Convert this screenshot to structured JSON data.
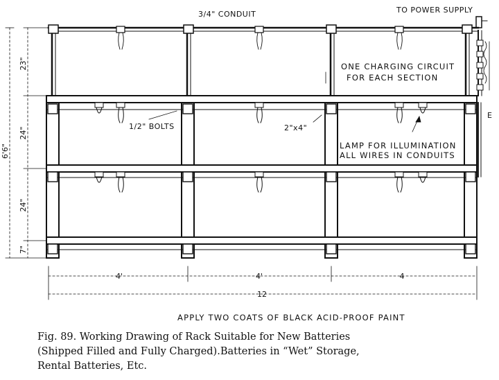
{
  "drawing": {
    "conduit_label": "3/4\" CONDUIT",
    "power_label": "TO POWER SUPPLY",
    "circuit_note_line1": "ONE CHARGING CIRCUIT",
    "circuit_note_line2": "FOR EACH SECTION",
    "bolts_label": "1/2\" BOLTS",
    "lumber_label": "2\"x4\"",
    "lamp_note_line1": "LAMP FOR ILLUMINATION",
    "lamp_note_line2": "ALL WIRES IN CONDUITS",
    "side_marker": "E",
    "dim_total_height": "6'6\"",
    "dim_top": "23\"",
    "dim_upper": "24\"",
    "dim_lower": "24\"",
    "dim_base": "7\"",
    "dim_bay_1": "4'",
    "dim_bay_2": "4'",
    "dim_bay_3": "4",
    "dim_total_length": "12",
    "paint_note": "APPLY TWO COATS OF BLACK ACID-PROOF PAINT"
  },
  "caption": {
    "line1": "Fig. 89.  Working Drawing of Rack Suitable for New Batteries",
    "line2": "(Shipped Filled and Fully Charged).Batteries in “Wet” Storage,",
    "line3": "Rental Batteries, Etc."
  }
}
